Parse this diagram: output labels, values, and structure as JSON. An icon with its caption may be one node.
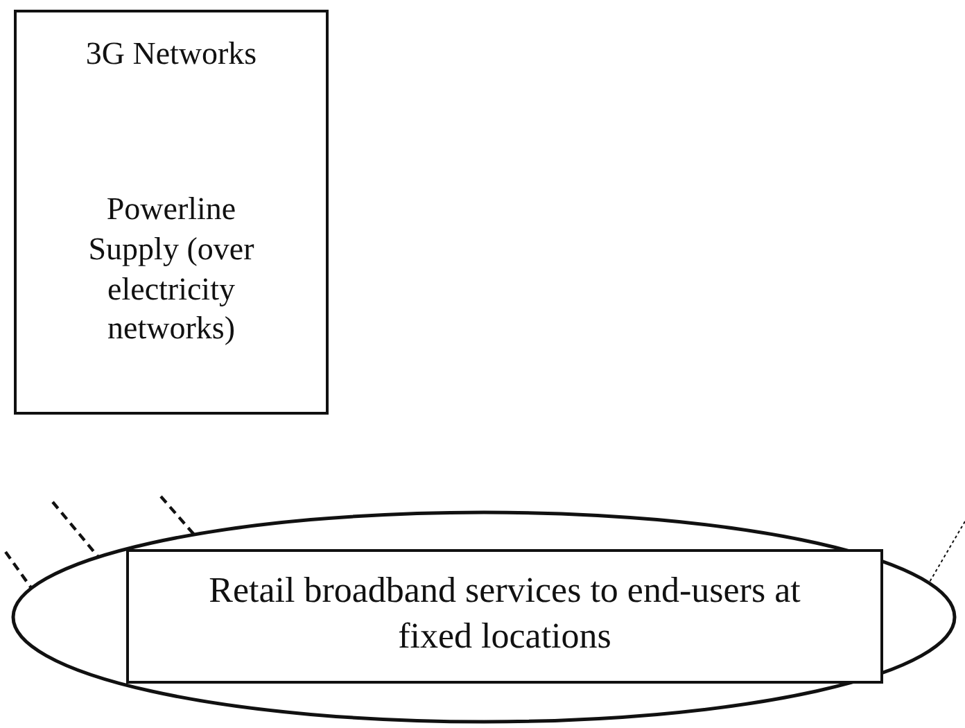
{
  "diagram": {
    "nodes": [
      {
        "text": [
          "3G Networks",
          "Powerline Supply (over electricity networks)"
        ]
      },
      {
        "text": [],
        "shape": "ellipse"
      },
      {
        "text": [
          "Retail broadband services to end-users at fixed locations"
        ],
        "in": 1
      }
    ],
    "edges": [
      {
        "from": null,
        "to": 1,
        "arrow": "none",
        "style": "dashed"
      },
      {
        "from": null,
        "to": 1,
        "arrow": "none",
        "style": "dashed"
      },
      {
        "from": null,
        "to": 1,
        "arrow": "none",
        "style": "dashed"
      },
      {
        "from": null,
        "to": 1,
        "arrow": "none",
        "style": "dashed"
      }
    ]
  }
}
